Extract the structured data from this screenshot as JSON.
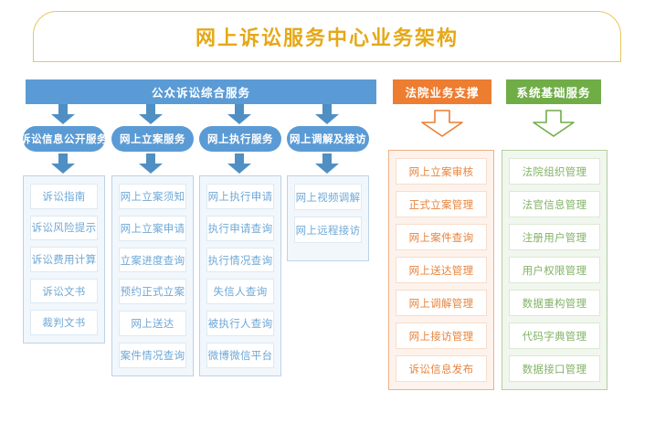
{
  "banner": {
    "title": "网上诉讼服务中心业务架构",
    "border_color": "#e8c660",
    "text_color": "#e5a817"
  },
  "groups": {
    "public": {
      "label": "公众诉讼综合服务",
      "color": "#5b9bd5"
    },
    "court": {
      "label": "法院业务支撑",
      "color": "#ed7d31"
    },
    "system": {
      "label": "系统基础服务",
      "color": "#70ad47"
    }
  },
  "columns": [
    {
      "id": "litigation-info-disclosure",
      "header": "诉讼信息公开服务",
      "theme": "blue",
      "items": [
        "诉讼指南",
        "诉讼风险提示",
        "诉讼费用计算",
        "诉讼文书",
        "裁判文书"
      ]
    },
    {
      "id": "online-case-filing",
      "header": "网上立案服务",
      "theme": "blue",
      "items": [
        "网上立案须知",
        "网上立案申请",
        "立案进度查询",
        "预约正式立案",
        "网上送达",
        "案件情况查询"
      ]
    },
    {
      "id": "online-enforcement",
      "header": "网上执行服务",
      "theme": "blue",
      "items": [
        "网上执行申请",
        "执行申请查询",
        "执行情况查询",
        "失信人查询",
        "被执行人查询",
        "微博微信平台"
      ]
    },
    {
      "id": "online-mediation-reception",
      "header": "网上调解及接访",
      "theme": "blue",
      "items": [
        "网上视频调解",
        "网上远程接访"
      ]
    },
    {
      "id": "court-business-support",
      "header": "法院业务支撑",
      "theme": "orange",
      "items": [
        "网上立案审核",
        "正式立案管理",
        "网上案件查询",
        "网上送达管理",
        "网上调解管理",
        "网上接访管理",
        "诉讼信息发布"
      ]
    },
    {
      "id": "system-basic-services",
      "header": "系统基础服务",
      "theme": "green",
      "items": [
        "法院组织管理",
        "法官信息管理",
        "注册用户管理",
        "用户权限管理",
        "数据重构管理",
        "代码字典管理",
        "数据接口管理"
      ]
    }
  ],
  "colors": {
    "blue_fill": "#5b9bd5",
    "blue_arrow": "#4f8fc4",
    "blue_border": "#bcd3ea",
    "blue_panel": "#f2f7fc",
    "blue_chip_text": "#6fa8d6",
    "orange_fill": "#ed7d31",
    "orange_border": "#eeb189",
    "orange_panel": "#fdf3ec",
    "orange_chip_text": "#e8843c",
    "green_fill": "#70ad47",
    "green_border": "#b3cfa1",
    "green_panel": "#f1f6ee",
    "green_chip_text": "#82b366",
    "gold": "#e5a817"
  }
}
